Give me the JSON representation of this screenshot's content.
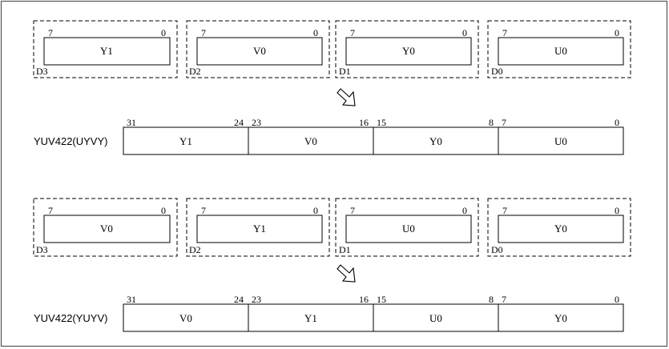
{
  "top_group": {
    "bytes": [
      {
        "tag": "D3",
        "field": "Y1",
        "bit_high": "7",
        "bit_low": "0"
      },
      {
        "tag": "D2",
        "field": "V0",
        "bit_high": "7",
        "bit_low": "0"
      },
      {
        "tag": "D1",
        "field": "Y0",
        "bit_high": "7",
        "bit_low": "0"
      },
      {
        "tag": "D0",
        "field": "U0",
        "bit_high": "7",
        "bit_low": "0"
      }
    ],
    "word_label": "YUV422(UYVY)",
    "word_fields": [
      {
        "field": "Y1",
        "bit_high": "31",
        "bit_low": "24"
      },
      {
        "field": "V0",
        "bit_high": "23",
        "bit_low": "16"
      },
      {
        "field": "Y0",
        "bit_high": "15",
        "bit_low": "8"
      },
      {
        "field": "U0",
        "bit_high": "7",
        "bit_low": "0"
      }
    ]
  },
  "bottom_group": {
    "bytes": [
      {
        "tag": "D3",
        "field": "V0",
        "bit_high": "7",
        "bit_low": "0"
      },
      {
        "tag": "D2",
        "field": "Y1",
        "bit_high": "7",
        "bit_low": "0"
      },
      {
        "tag": "D1",
        "field": "U0",
        "bit_high": "7",
        "bit_low": "0"
      },
      {
        "tag": "D0",
        "field": "Y0",
        "bit_high": "7",
        "bit_low": "0"
      }
    ],
    "word_label": "YUV422(YUYV)",
    "word_fields": [
      {
        "field": "V0",
        "bit_high": "31",
        "bit_low": "24"
      },
      {
        "field": "Y1",
        "bit_high": "23",
        "bit_low": "16"
      },
      {
        "field": "U0",
        "bit_high": "15",
        "bit_low": "8"
      },
      {
        "field": "Y0",
        "bit_high": "7",
        "bit_low": "0"
      }
    ]
  },
  "colors": {
    "stroke": "#000000",
    "background": "#ffffff",
    "frame": "#555555"
  }
}
